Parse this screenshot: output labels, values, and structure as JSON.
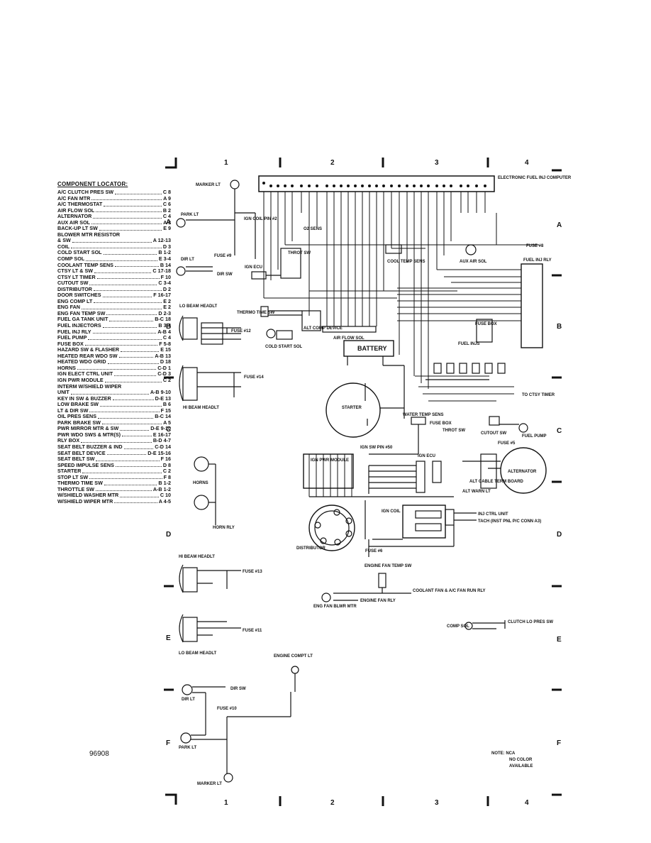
{
  "grid": {
    "columns": [
      "1",
      "2",
      "3",
      "4"
    ],
    "rows": [
      "A",
      "B",
      "C",
      "D",
      "E",
      "F"
    ]
  },
  "locator": {
    "title": "COMPONENT LOCATOR:",
    "items": [
      {
        "name": "A/C CLUTCH PRES SW",
        "code": "C 8"
      },
      {
        "name": "A/C FAN MTR",
        "code": "A 9"
      },
      {
        "name": "A/C THERMOSTAT",
        "code": "C 6"
      },
      {
        "name": "AIR FLOW SOL",
        "code": "B 2"
      },
      {
        "name": "ALTERNATOR",
        "code": "C 4"
      },
      {
        "name": "AUX AIR SOL",
        "code": "A 3"
      },
      {
        "name": "BACK-UP LT SW",
        "code": "E 9"
      },
      {
        "name": "BLOWER MTR RESISTOR",
        "code": ""
      },
      {
        "name": "  & SW",
        "code": "A 12-13"
      },
      {
        "name": "COIL",
        "code": "D 3"
      },
      {
        "name": "COLD START SOL",
        "code": "B 1-2"
      },
      {
        "name": "COMP SOL",
        "code": "E 3-4"
      },
      {
        "name": "COOLANT TEMP SENS",
        "code": "B 14"
      },
      {
        "name": "CTSY LT & SW",
        "code": "C 17-18"
      },
      {
        "name": "CTSY LT TIMER",
        "code": "F 10"
      },
      {
        "name": "CUTOUT SW",
        "code": "C 3-4"
      },
      {
        "name": "DISTRIBUTOR",
        "code": "D 2"
      },
      {
        "name": "DOOR SWITCHES",
        "code": "F 16-17"
      },
      {
        "name": "ENG COMP LT",
        "code": "E 2"
      },
      {
        "name": "ENG FAN",
        "code": "E 2"
      },
      {
        "name": "ENG FAN TEMP SW",
        "code": "D 2-3"
      },
      {
        "name": "FUEL GA TANK UNIT",
        "code": "B-C 18"
      },
      {
        "name": "FUEL INJECTORS",
        "code": "B 3-4"
      },
      {
        "name": "FUEL INJ RLY",
        "code": "A-B 4"
      },
      {
        "name": "FUEL PUMP",
        "code": "C 4"
      },
      {
        "name": "FUSE BOX",
        "code": "F 5-8"
      },
      {
        "name": "HAZARD SW & FLASHER",
        "code": "E 15"
      },
      {
        "name": "HEATED REAR WDO SW",
        "code": "A-B 13"
      },
      {
        "name": "HEATED WDO GRID",
        "code": "D 18"
      },
      {
        "name": "HORNS",
        "code": "C-D 1"
      },
      {
        "name": "IGN ELECT CTRL UNIT",
        "code": "C-D 3"
      },
      {
        "name": "IGN PWR MODULE",
        "code": "C 2"
      },
      {
        "name": "INTERM W/SHIELD WIPER",
        "code": ""
      },
      {
        "name": "  UNIT",
        "code": "A-B 9-10"
      },
      {
        "name": "KEY IN SW & BUZZER",
        "code": "D-E 13"
      },
      {
        "name": "LOW BRAKE SW",
        "code": "B 6"
      },
      {
        "name": "LT & DIR SW",
        "code": "F 15"
      },
      {
        "name": "OIL PRES SENS",
        "code": "B-C 14"
      },
      {
        "name": "PARK BRAKE SW",
        "code": "A 5"
      },
      {
        "name": "PWR MIRROR MTR & SW",
        "code": "D-E 9-10"
      },
      {
        "name": "PWR WDO SWS & MTR(S)",
        "code": "E 16-17"
      },
      {
        "name": "RLY BOX",
        "code": "B-D 4-7"
      },
      {
        "name": "SEAT BELT BUZZER & IND",
        "code": "C-D 14"
      },
      {
        "name": "SEAT BELT DEVICE",
        "code": "D-E 15-16"
      },
      {
        "name": "SEAT BELT SW",
        "code": "F 16"
      },
      {
        "name": "SPEED IMPULSE SENS",
        "code": "D 8"
      },
      {
        "name": "STARTER",
        "code": "C 2"
      },
      {
        "name": "STOP LT SW",
        "code": "F 8"
      },
      {
        "name": "THERMO TIME SW",
        "code": "B 1-2"
      },
      {
        "name": "THROTTLE SW",
        "code": "A-B 1-2"
      },
      {
        "name": "W/SHIELD WASHER MTR",
        "code": "C 10"
      },
      {
        "name": "W/SHIELD WIPER MTR",
        "code": "A 4-5"
      }
    ]
  },
  "components": {
    "marker_lt": "MARKER LT",
    "park_lt": "PARK LT",
    "dir_lt": "DIR LT",
    "dir_sw": "DIR SW",
    "fuse9": "FUSE #9",
    "ign_coil_pin": "IGN COIL PIN #2",
    "o2_sens": "O2 SENS",
    "throt_sw": "THROT SW",
    "ign_ecu": "IGN ECU",
    "cool_temp_sens": "COOL TEMP SENS",
    "aux_air_sol": "AUX AIR SOL",
    "fuse8": "FUSE #8",
    "efi_computer": "ELECTRONIC FUEL INJ COMPUTER",
    "fuel_inj_rly": "FUEL INJ RLY",
    "lo_beam_headlt": "LO BEAM HEADLT",
    "hi_beam_headlt": "HI BEAM HEADLT",
    "fuse12": "FUSE #12",
    "fuse14": "FUSE #14",
    "thermo_time_sw": "THERMO TIME SW",
    "alt_comp_device": "ALT COMP DEVICE",
    "air_flow_sol": "AIR FLOW SOL",
    "cold_start_sol": "COLD START SOL",
    "battery": "BATTERY",
    "fuse_box": "FUSE BOX",
    "fuel_injs": "FUEL INJS",
    "to_ctsy_timer": "TO CTSY TIMER",
    "starter": "STARTER",
    "ign_sw_pin50": "IGN SW PIN #50",
    "water_temp_sens": "WATER TEMP SENS",
    "fuse_box2": "FUSE BOX",
    "throt_sw2": "THROT SW",
    "cutout_sw": "CUTOUT SW",
    "fuel_pump": "FUEL PUMP",
    "fuse5": "FUSE #5",
    "ign_pwr_module": "IGN PWR MODULE",
    "ign_ecu2": "IGN ECU",
    "alternator": "ALTERNATOR",
    "alt_cable_term_board": "ALT CABLE TERM BOARD",
    "alt_warn_lt": "ALT WARN LT",
    "horns": "HORNS",
    "horn_rly": "HORN RLY",
    "ign_coil": "IGN COIL",
    "inj_ctrl_unit": "INJ CTRL UNIT",
    "tach": "TACH (INST PNL P/C CONN A3)",
    "distributor": "DISTRIBUTOR",
    "fuse6": "FUSE #6",
    "engine_fan_temp_sw": "ENGINE FAN TEMP SW",
    "coolant_fan_rly": "COOLANT FAN & A/C FAN RUN RLY",
    "eng_fan_blwr_mtr": "ENG FAN BLWR MTR",
    "engine_fan_rly": "ENGINE FAN RLY",
    "fuse13": "FUSE #13",
    "fuse11": "FUSE #11",
    "comp_sol": "COMP SOL",
    "clutch_lo_pres_sw": "CLUTCH LO PRES SW",
    "engine_compt_lt": "ENGINE COMPT LT",
    "fuse10": "FUSE #10"
  },
  "note": {
    "line1": "NOTE:  NCA",
    "line2": "NO COLOR",
    "line3": "AVAILABLE"
  },
  "doc_number": "96908"
}
